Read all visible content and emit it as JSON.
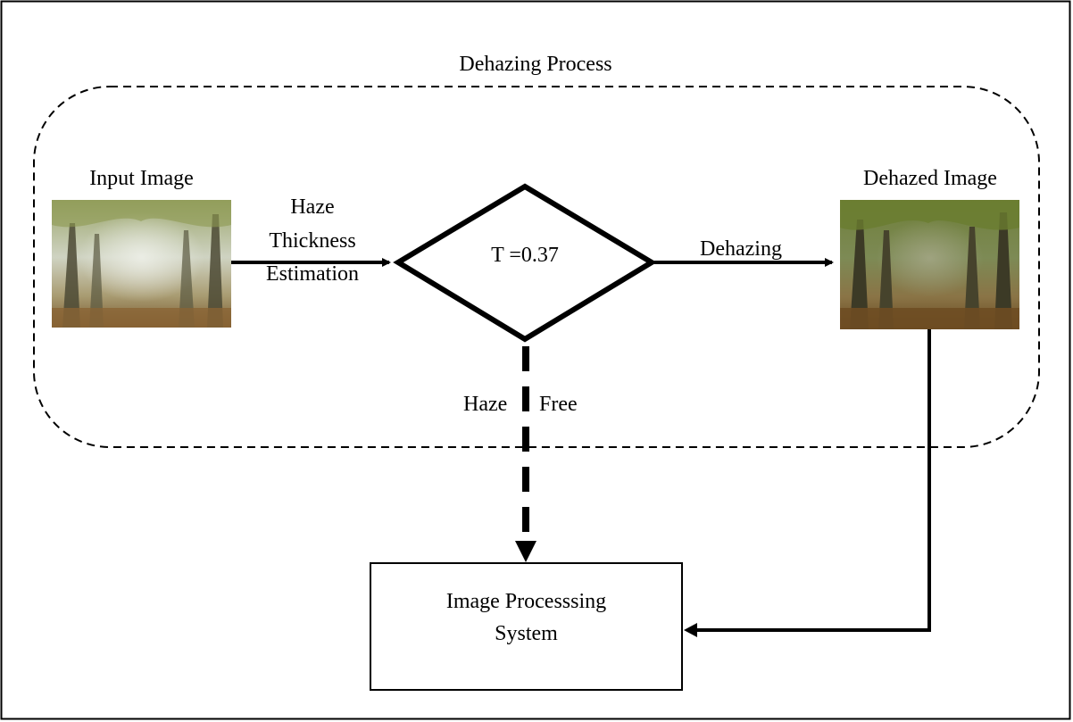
{
  "diagram": {
    "group_label": "Dehazing Process",
    "input_label": "Input Image",
    "estimation_line1": "Haze",
    "estimation_line2": "Thickness",
    "estimation_line3": "Estimation",
    "decision_text": "T =0.37",
    "dehazing_label": "Dehazing",
    "output_label": "Dehazed Image",
    "haze_word": "Haze",
    "free_word": "Free",
    "system_line1": "Image Processsing",
    "system_line2": "System"
  },
  "colors": {
    "stroke": "#000000",
    "foliage": "#6f7a3a",
    "fog": "#d9ddd2",
    "ground": "#8a6a3c"
  }
}
